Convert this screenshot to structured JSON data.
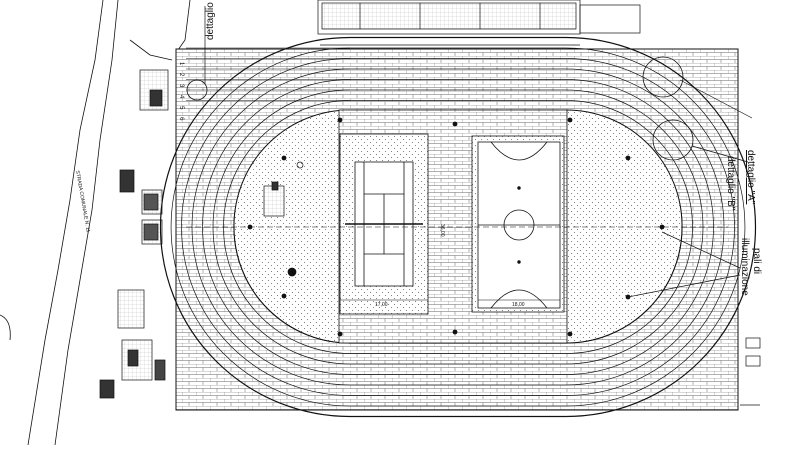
{
  "drawing": {
    "labels": {
      "dettaglio": "dettaglio",
      "dettaglio_a": "dettaglio \"A\"",
      "dettaglio_b": "dettaglio \"B\"",
      "pali_line1": "pali di",
      "pali_line2": "illuminazione",
      "strada": "STRADA COMUNALE N. 11",
      "lane_numbers": [
        "1",
        "2",
        "3",
        "4",
        "5",
        "6"
      ],
      "dim_tennis": "17,00",
      "dim_soccer": "18,00",
      "dim_center": "36,00"
    },
    "colors": {
      "line": "#111111",
      "paper": "#ffffff"
    }
  }
}
